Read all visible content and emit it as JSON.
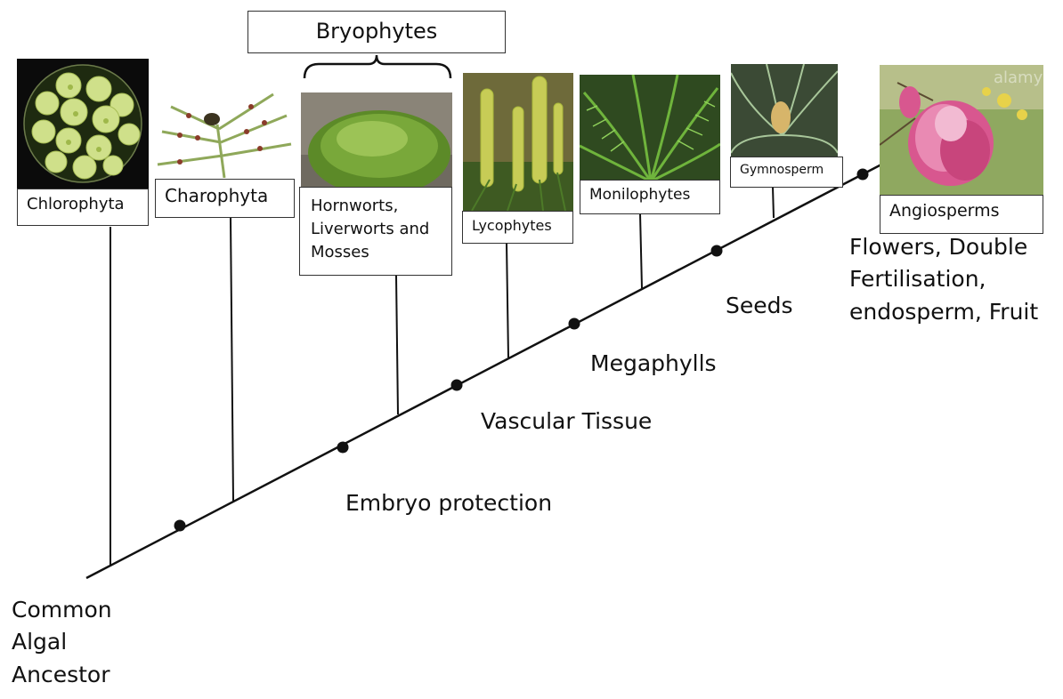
{
  "diagram": {
    "group_label": "Bryophytes",
    "root_label": [
      "Common",
      "Algal",
      "Ancestor"
    ],
    "taxa": [
      {
        "key": "chlorophyta",
        "label": "Chlorophyta"
      },
      {
        "key": "charophyta",
        "label": "Charophyta"
      },
      {
        "key": "bryophytes",
        "label": "Hornworts, Liverworts and Mosses"
      },
      {
        "key": "lycophytes",
        "label": "Lycophytes"
      },
      {
        "key": "monilophytes",
        "label": "Monilophytes"
      },
      {
        "key": "gymnosperm",
        "label": "Gymnosperm"
      },
      {
        "key": "angiosperms",
        "label": "Angiosperms"
      }
    ],
    "traits": [
      {
        "key": "embryo",
        "label": "Embryo protection"
      },
      {
        "key": "vascular",
        "label": "Vascular Tissue"
      },
      {
        "key": "megaphylls",
        "label": "Megaphylls"
      },
      {
        "key": "seeds",
        "label": "Seeds"
      },
      {
        "key": "flowers",
        "label": "Flowers, Double Fertilisation, endosperm, Fruit"
      }
    ],
    "colors": {
      "line": "#111111",
      "chlorophyta_bg": "#0b0b0b",
      "algae": "#cfe08a",
      "moss": "#6a9a2e",
      "lycophyte": "#a9b83a",
      "fern": "#4f8a2c",
      "cycad": "#6d9a58",
      "magnolia": "#d8578f"
    },
    "watermark": "alamy"
  }
}
